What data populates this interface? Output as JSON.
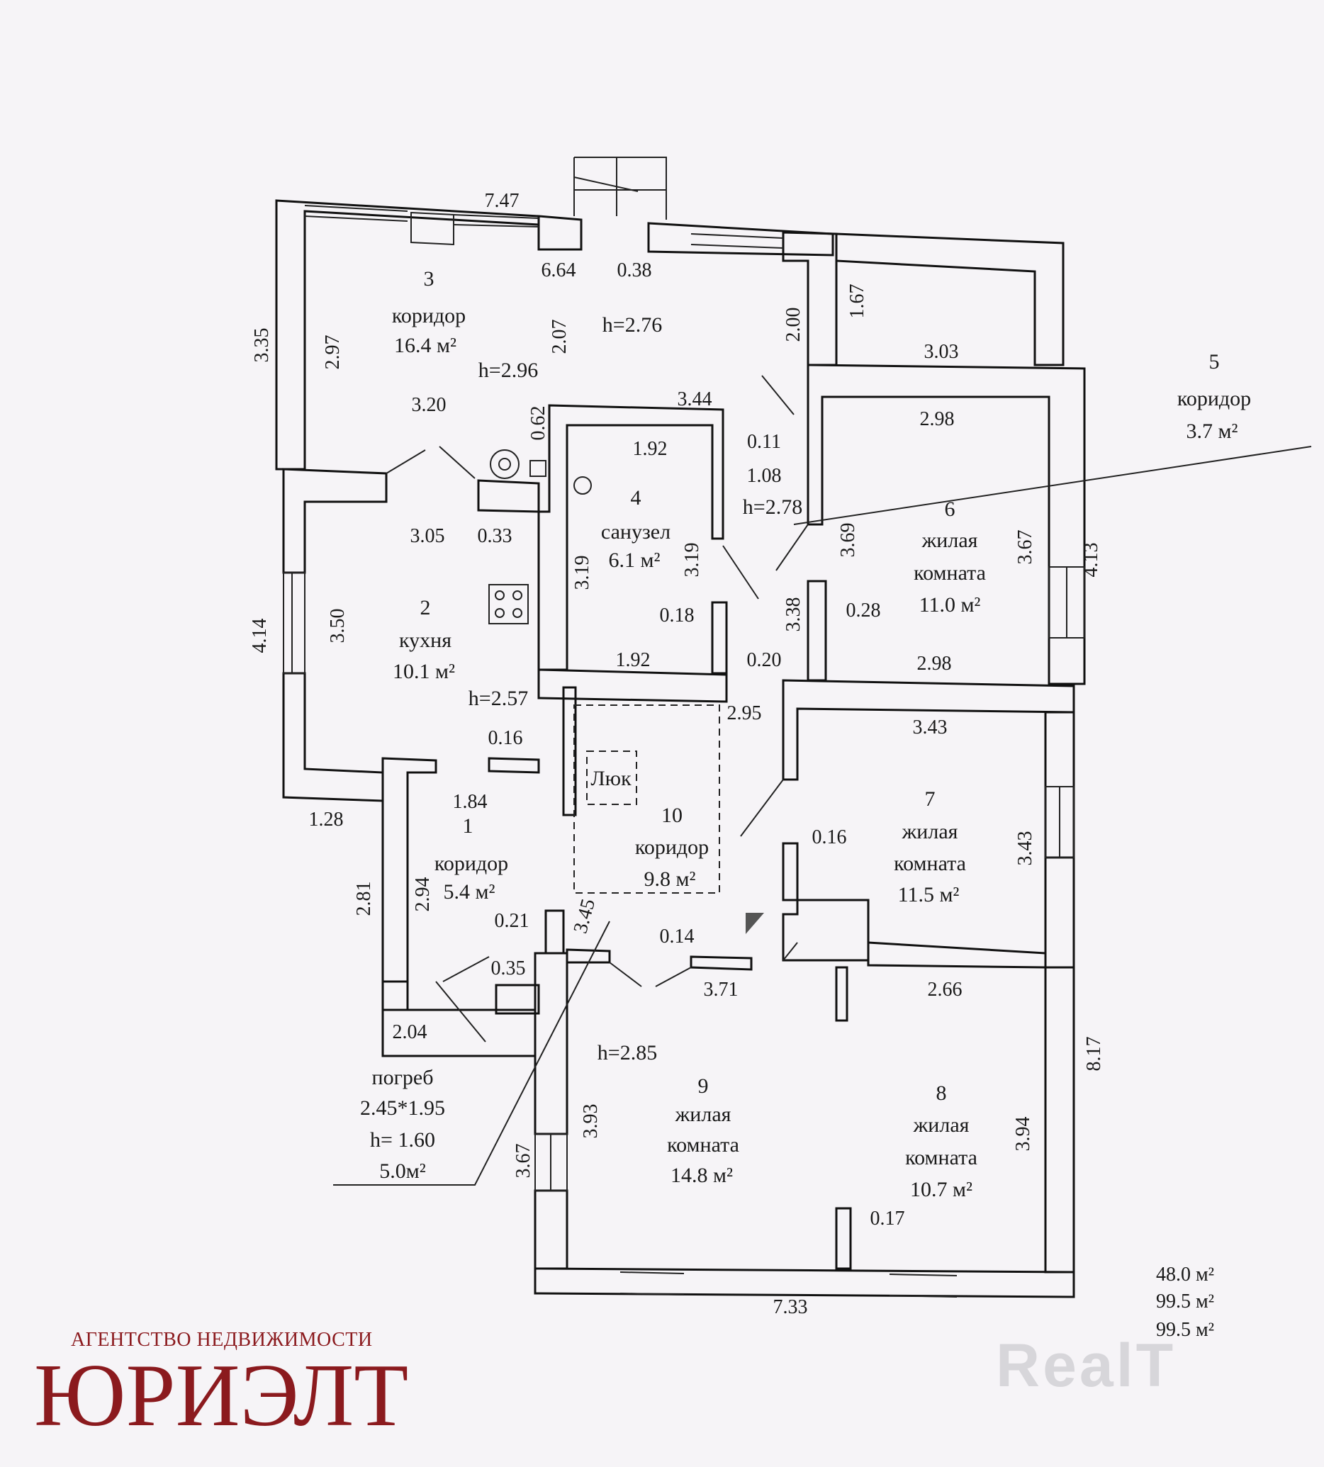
{
  "rooms": {
    "r1": {
      "num": "1",
      "name": "коридор",
      "area": "5.4 м²"
    },
    "r2": {
      "num": "2",
      "name": "кухня",
      "area": "10.1 м²",
      "height": "h=2.57"
    },
    "r3": {
      "num": "3",
      "name": "коридор",
      "area": "16.4 м²",
      "height": "h=2.76",
      "height2": "h=2.96"
    },
    "r4": {
      "num": "4",
      "name": "санузел",
      "area": "6.1 м²",
      "height": "h=2.78"
    },
    "r5": {
      "num": "5",
      "name": "коридор",
      "area": "3.7 м²"
    },
    "r6": {
      "num": "6",
      "name1": "жилая",
      "name2": "комната",
      "area": "11.0 м²"
    },
    "r7": {
      "num": "7",
      "name1": "жилая",
      "name2": "комната",
      "area": "11.5 м²"
    },
    "r8": {
      "num": "8",
      "name1": "жилая",
      "name2": "комната",
      "area": "10.7 м²"
    },
    "r9": {
      "num": "9",
      "name1": "жилая",
      "name2": "комната",
      "area": "14.8 м²",
      "height": "h=2.85"
    },
    "r10": {
      "num": "10",
      "name": "коридор",
      "area": "9.8 м²",
      "hatch": "Люк"
    }
  },
  "cellar": {
    "title": "погреб",
    "size": "2.45*1.95",
    "height": "h= 1.60",
    "area": "5.0м²"
  },
  "dimensions": {
    "d747": "7.47",
    "d664": "6.64",
    "d038": "0.38",
    "d335": "3.35",
    "d297": "2.97",
    "d207": "2.07",
    "d200": "2.00",
    "d167": "1.67",
    "d303": "3.03",
    "d320": "3.20",
    "d344": "3.44",
    "d062": "0.62",
    "d192a": "1.92",
    "d011": "0.11",
    "d108": "1.08",
    "d298a": "2.98",
    "d305": "3.05",
    "d033": "0.33",
    "d319a": "3.19",
    "d319b": "3.19",
    "d369": "3.69",
    "d367a": "3.67",
    "d413": "4.13",
    "d414": "4.14",
    "d350": "3.50",
    "d018": "0.18",
    "d338": "3.38",
    "d028": "0.28",
    "d192b": "1.92",
    "d020": "0.20",
    "d298b": "2.98",
    "d295": "2.95",
    "d343a": "3.43",
    "d016a": "0.16",
    "d184": "1.84",
    "d128": "1.28",
    "d016b": "0.16",
    "d343b": "3.43",
    "d281": "2.81",
    "d294": "2.94",
    "d345": "3.45",
    "d021": "0.21",
    "d014": "0.14",
    "d035": "0.35",
    "d371": "3.71",
    "d266": "2.66",
    "d204": "2.04",
    "d817": "8.17",
    "d393": "3.93",
    "d394": "3.94",
    "d367b": "3.67",
    "d017": "0.17",
    "d733": "7.33"
  },
  "totals": {
    "t1": "48.0 м²",
    "t2": "99.5 м²",
    "t3": "99.5 м²"
  },
  "agency": {
    "subtitle": "АГЕНТСТВО НЕДВИЖИМОСТИ",
    "name": "ЮРИЭЛТ"
  },
  "watermark": "RealT",
  "colors": {
    "agency": "#8b1a1e",
    "lines": "#111111",
    "paper": "#f6f4f7"
  }
}
